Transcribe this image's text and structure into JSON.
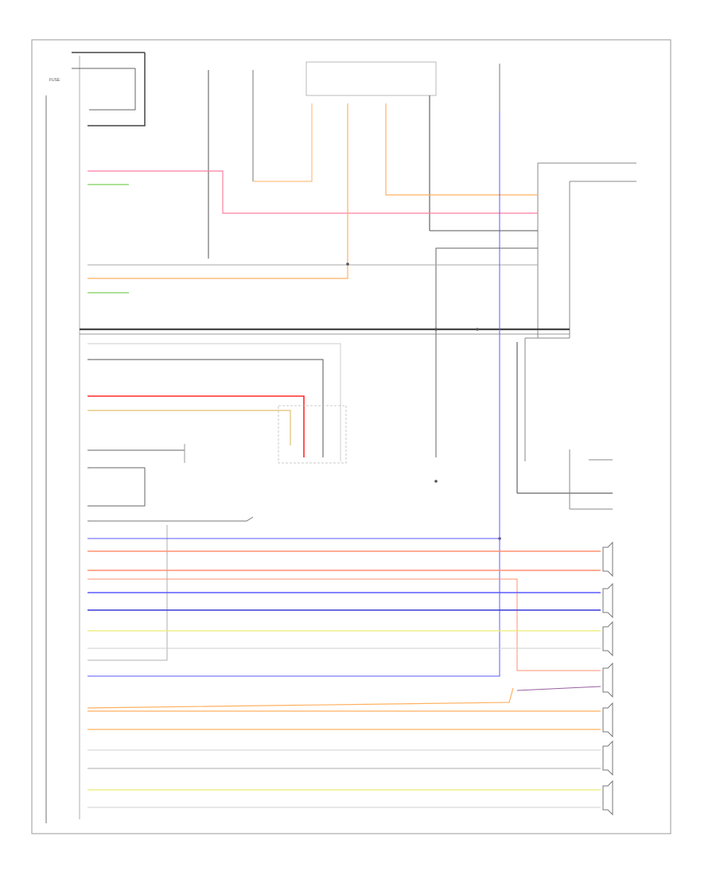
{
  "diagram": {
    "footer_text": "",
    "blocks": {
      "left_module": "",
      "radio_unit": "",
      "rear_amp": ""
    },
    "colors": {
      "pink": "#ff7fa0",
      "green": "#7ccf5a",
      "orange": "#ffb060",
      "red": "#ff2a2a",
      "tan": "#e0c070",
      "blue": "#5b5bff",
      "salmon": "#ff9070",
      "yellow": "#ecec70",
      "gray": "#bdbdbd",
      "light_gray": "#d9d9d9",
      "purple": "#9a5fa0",
      "black": "#333333"
    },
    "speakers": [
      {
        "id": "speaker-1"
      },
      {
        "id": "speaker-2"
      },
      {
        "id": "speaker-3"
      },
      {
        "id": "speaker-4"
      },
      {
        "id": "speaker-5"
      },
      {
        "id": "speaker-6"
      },
      {
        "id": "speaker-7"
      }
    ]
  }
}
